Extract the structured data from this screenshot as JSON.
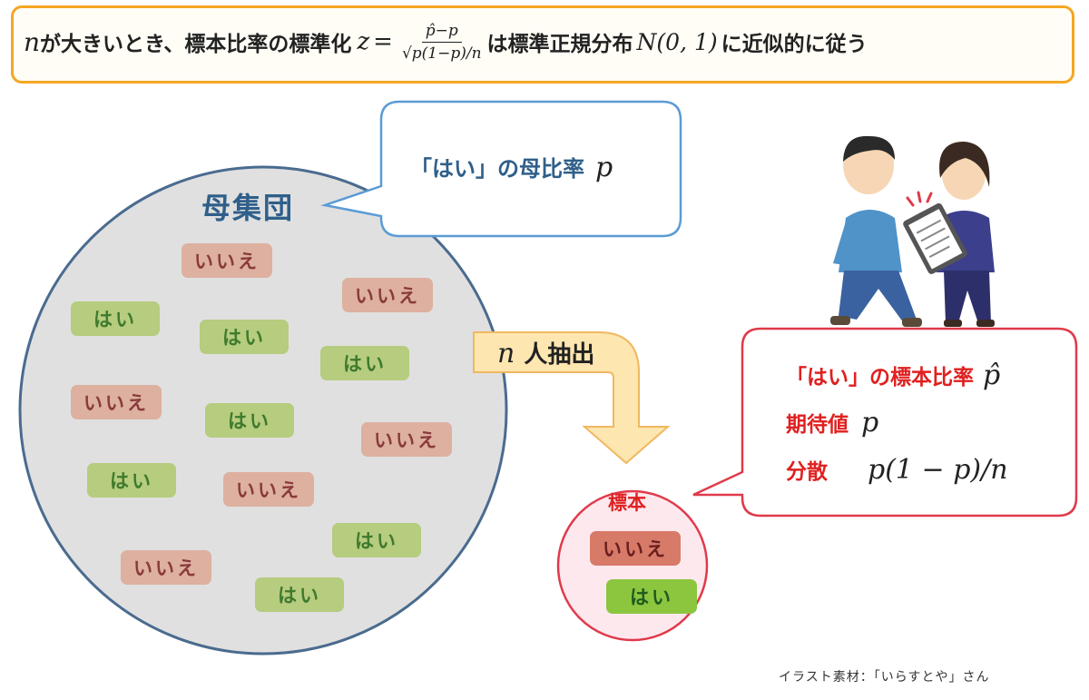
{
  "banner": {
    "n": "n",
    "part1": "が大きいとき、標本比率の標準化",
    "z": "z",
    "eq": "=",
    "frac_num": "p̂−p",
    "frac_den": "√p(1−p)/n",
    "part2": "は標準正規分布",
    "dist": "N(0, 1)",
    "part3": "に近似的に従う"
  },
  "population": {
    "title": "母集団",
    "callout_text": "「はい」の母比率",
    "callout_var": "p",
    "yes_label": "はい",
    "no_label": "いいえ"
  },
  "arrow": {
    "n": "n",
    "label": "人抽出"
  },
  "sample": {
    "title": "標本",
    "no_label": "いいえ",
    "yes_label": "はい"
  },
  "sample_callout": {
    "line1_text": "「はい」の標本比率",
    "line1_var": "p̂",
    "line2_label": "期待値",
    "line2_var": "p",
    "line3_label": "分散",
    "line3_expr": "p(1 − p)/n"
  },
  "credit": "イラスト素材：「いらすとや」さん",
  "colors": {
    "banner_border": "#f5a623",
    "population_fill": "#e0e0e0",
    "population_border": "#4a6b8f",
    "title_blue": "#2f5f8a",
    "callout_border": "#5b9bd5",
    "sample_border": "#e03a4a",
    "sample_fill": "#fde8ee",
    "red_text": "#e02020",
    "arrow_fill": "#fde6b0",
    "arrow_stroke": "#f0b860"
  },
  "icons": [
    "person-man-icon",
    "person-woman-icon",
    "clipboard-icon"
  ]
}
